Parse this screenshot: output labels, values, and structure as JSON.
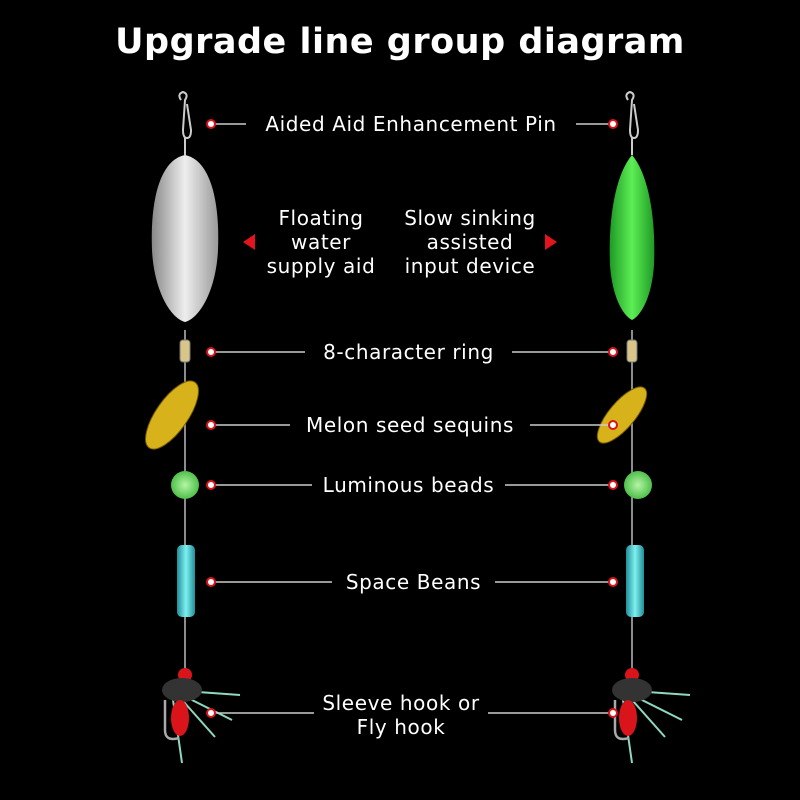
{
  "title": "Upgrade line group diagram",
  "labels": {
    "pin": "Aided Aid Enhancement Pin",
    "floating": [
      "Floating",
      "water",
      "supply aid"
    ],
    "sinking": [
      "Slow sinking",
      "assisted",
      "input device"
    ],
    "ring": "8-character ring",
    "sequins": "Melon seed sequins",
    "beads": "Luminous beads",
    "space_beans": "Space Beans",
    "hook": [
      "Sleeve hook or",
      "Fly hook"
    ]
  },
  "colors": {
    "background": "#000000",
    "marker": "#d9141b",
    "float_left": "#cfcfcf",
    "float_right": "#33d13a",
    "sequin": "#d8b21a",
    "bead": "#7fe07a",
    "space_bean": "#45c8d0"
  }
}
